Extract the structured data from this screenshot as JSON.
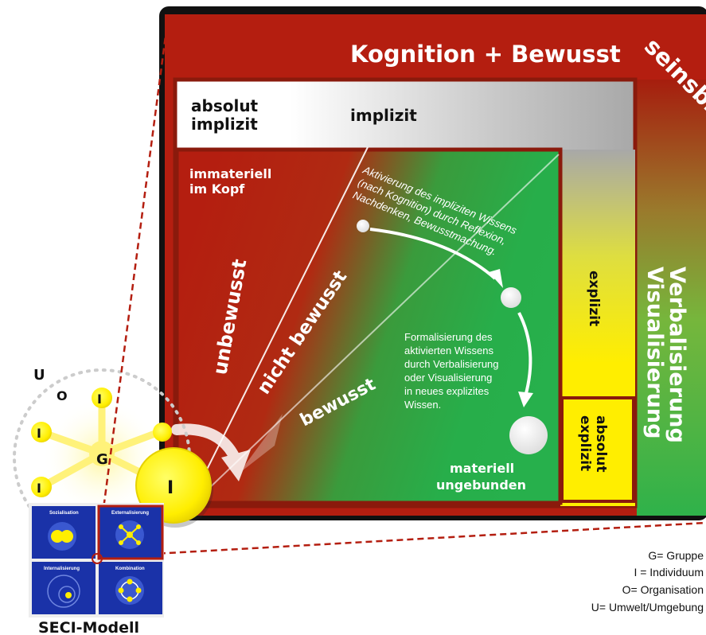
{
  "header": {
    "kognition": "Kognition + Bewusst",
    "seinsbildung": "seinsbildung"
  },
  "zones": {
    "absolut_implizit_1": "absolut",
    "absolut_implizit_2": "implizit",
    "implizit": "implizit",
    "immateriell_1": "immateriell",
    "immateriell_2": "im Kopf",
    "explizit": "explizit",
    "absolut_explizit_1": "absolut",
    "absolut_explizit_2": "explizit",
    "materiell_1": "materiell",
    "materiell_2": "ungebunden",
    "verbalisierung": "Verbalisierung",
    "visualisierung": "Visualisierung"
  },
  "diagonal": {
    "unbewusst": "unbewusst",
    "nicht_bewusst": "nicht bewusst",
    "bewusst": "bewusst"
  },
  "notes": {
    "aktivierung": [
      "Aktivierung des impliziten Wissens",
      "(nach Kognition) durch Reflexion,",
      "Nachdenken, Bewusstmachung."
    ],
    "formalisierung": [
      "Formalisierung des",
      "aktivierten Wissens",
      "durch Verbalisierung",
      "oder Visualisierung",
      "in neues explizites",
      "Wissen."
    ]
  },
  "network": {
    "u": "U",
    "o": "O",
    "g": "G",
    "i": "I",
    "big_i": "I"
  },
  "seci": {
    "title": "SECI-Modell",
    "quadrants": [
      "Sozialisation",
      "Externalisierung",
      "Internalisierung",
      "Kombination"
    ]
  },
  "legend": [
    "G= Gruppe",
    "I = Individuum",
    "O= Organisation",
    "U= Umwelt/Umgebung"
  ],
  "colors": {
    "red": "#b41e10",
    "yellow": "#ffee00",
    "green": "#2fb24a",
    "frame": "#111111"
  }
}
